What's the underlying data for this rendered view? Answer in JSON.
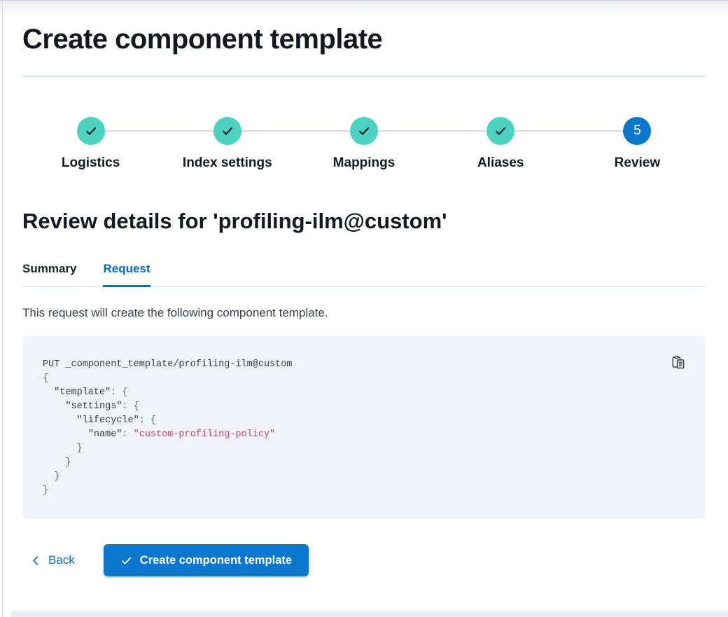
{
  "page": {
    "title": "Create component template"
  },
  "stepper": {
    "steps": [
      {
        "label": "Logistics",
        "status": "complete"
      },
      {
        "label": "Index settings",
        "status": "complete"
      },
      {
        "label": "Mappings",
        "status": "complete"
      },
      {
        "label": "Aliases",
        "status": "complete"
      },
      {
        "label": "Review",
        "status": "current",
        "number": "5"
      }
    ]
  },
  "review": {
    "heading": "Review details for 'profiling-ilm@custom'",
    "tabs": [
      {
        "label": "Summary",
        "active": false
      },
      {
        "label": "Request",
        "active": true
      }
    ],
    "description": "This request will create the following component template."
  },
  "code": {
    "copy_icon": "copy-clipboard-icon",
    "lines": [
      {
        "segments": [
          {
            "c": "plain",
            "t": "PUT _component_template/profiling-ilm@custom"
          }
        ]
      },
      {
        "segments": [
          {
            "c": "punc",
            "t": "{"
          }
        ]
      },
      {
        "segments": [
          {
            "c": "plain",
            "t": "  "
          },
          {
            "c": "key",
            "t": "\"template\""
          },
          {
            "c": "punc",
            "t": ": {"
          }
        ]
      },
      {
        "segments": [
          {
            "c": "plain",
            "t": "    "
          },
          {
            "c": "key",
            "t": "\"settings\""
          },
          {
            "c": "punc",
            "t": ": {"
          }
        ]
      },
      {
        "segments": [
          {
            "c": "plain",
            "t": "      "
          },
          {
            "c": "key",
            "t": "\"lifecycle\""
          },
          {
            "c": "punc",
            "t": ": {"
          }
        ]
      },
      {
        "segments": [
          {
            "c": "plain",
            "t": "        "
          },
          {
            "c": "key",
            "t": "\"name\""
          },
          {
            "c": "punc",
            "t": ": "
          },
          {
            "c": "str",
            "t": "\"custom-profiling-policy\""
          }
        ]
      },
      {
        "segments": [
          {
            "c": "punc",
            "t": "      }"
          }
        ]
      },
      {
        "segments": [
          {
            "c": "punc",
            "t": "    }"
          }
        ]
      },
      {
        "segments": [
          {
            "c": "punc",
            "t": "  }"
          }
        ]
      },
      {
        "segments": [
          {
            "c": "punc",
            "t": "}"
          }
        ]
      }
    ]
  },
  "footer": {
    "back_label": "Back",
    "submit_label": "Create component template"
  },
  "colors": {
    "step_complete": "#4dd2c2",
    "step_current": "#0e73cc",
    "link_blue": "#0b6bbf",
    "button_blue": "#0b77cc",
    "code_background": "#f1f4fb",
    "code_string": "#b9477a",
    "code_text": "#343741",
    "code_punctuation": "#646a77"
  }
}
